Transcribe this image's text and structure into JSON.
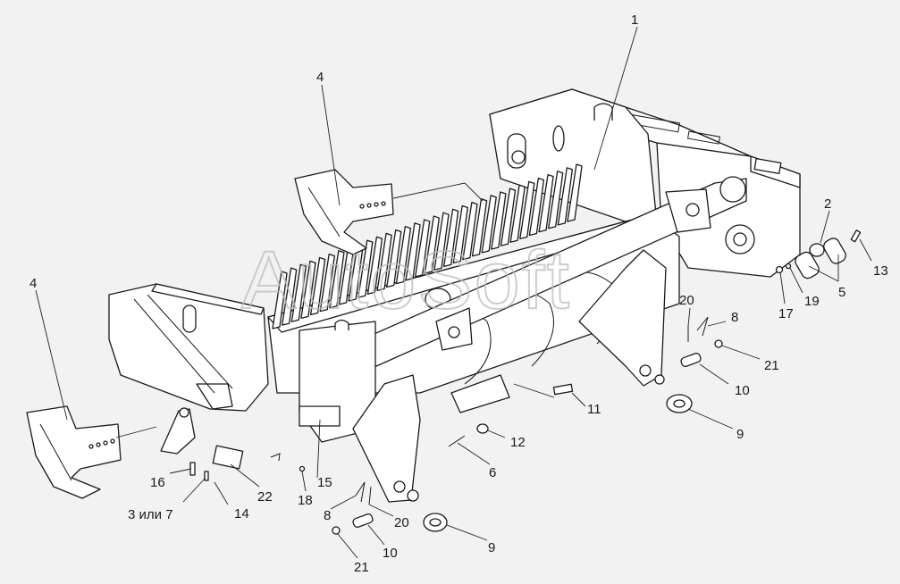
{
  "watermark": "AutoSoft",
  "callouts": [
    {
      "id": "c1",
      "text": "1"
    },
    {
      "id": "c2",
      "text": "2"
    },
    {
      "id": "c4a",
      "text": "4"
    },
    {
      "id": "c4b",
      "text": "4"
    },
    {
      "id": "c13",
      "text": "13"
    },
    {
      "id": "c17",
      "text": "17"
    },
    {
      "id": "c19",
      "text": "19"
    },
    {
      "id": "c5",
      "text": "5"
    },
    {
      "id": "c20a",
      "text": "20"
    },
    {
      "id": "c8a",
      "text": "8"
    },
    {
      "id": "c21a",
      "text": "21"
    },
    {
      "id": "c10a",
      "text": "10"
    },
    {
      "id": "c9a",
      "text": "9"
    },
    {
      "id": "c11",
      "text": "11"
    },
    {
      "id": "c12",
      "text": "12"
    },
    {
      "id": "c6",
      "text": "6"
    },
    {
      "id": "c16",
      "text": "16"
    },
    {
      "id": "c37",
      "text": "3 или 7"
    },
    {
      "id": "c14",
      "text": "14"
    },
    {
      "id": "c22",
      "text": "22"
    },
    {
      "id": "c18",
      "text": "18"
    },
    {
      "id": "c15",
      "text": "15"
    },
    {
      "id": "c8b",
      "text": "8"
    },
    {
      "id": "c20b",
      "text": "20"
    },
    {
      "id": "c10b",
      "text": "10"
    },
    {
      "id": "c21b",
      "text": "21"
    },
    {
      "id": "c9b",
      "text": "9"
    }
  ]
}
